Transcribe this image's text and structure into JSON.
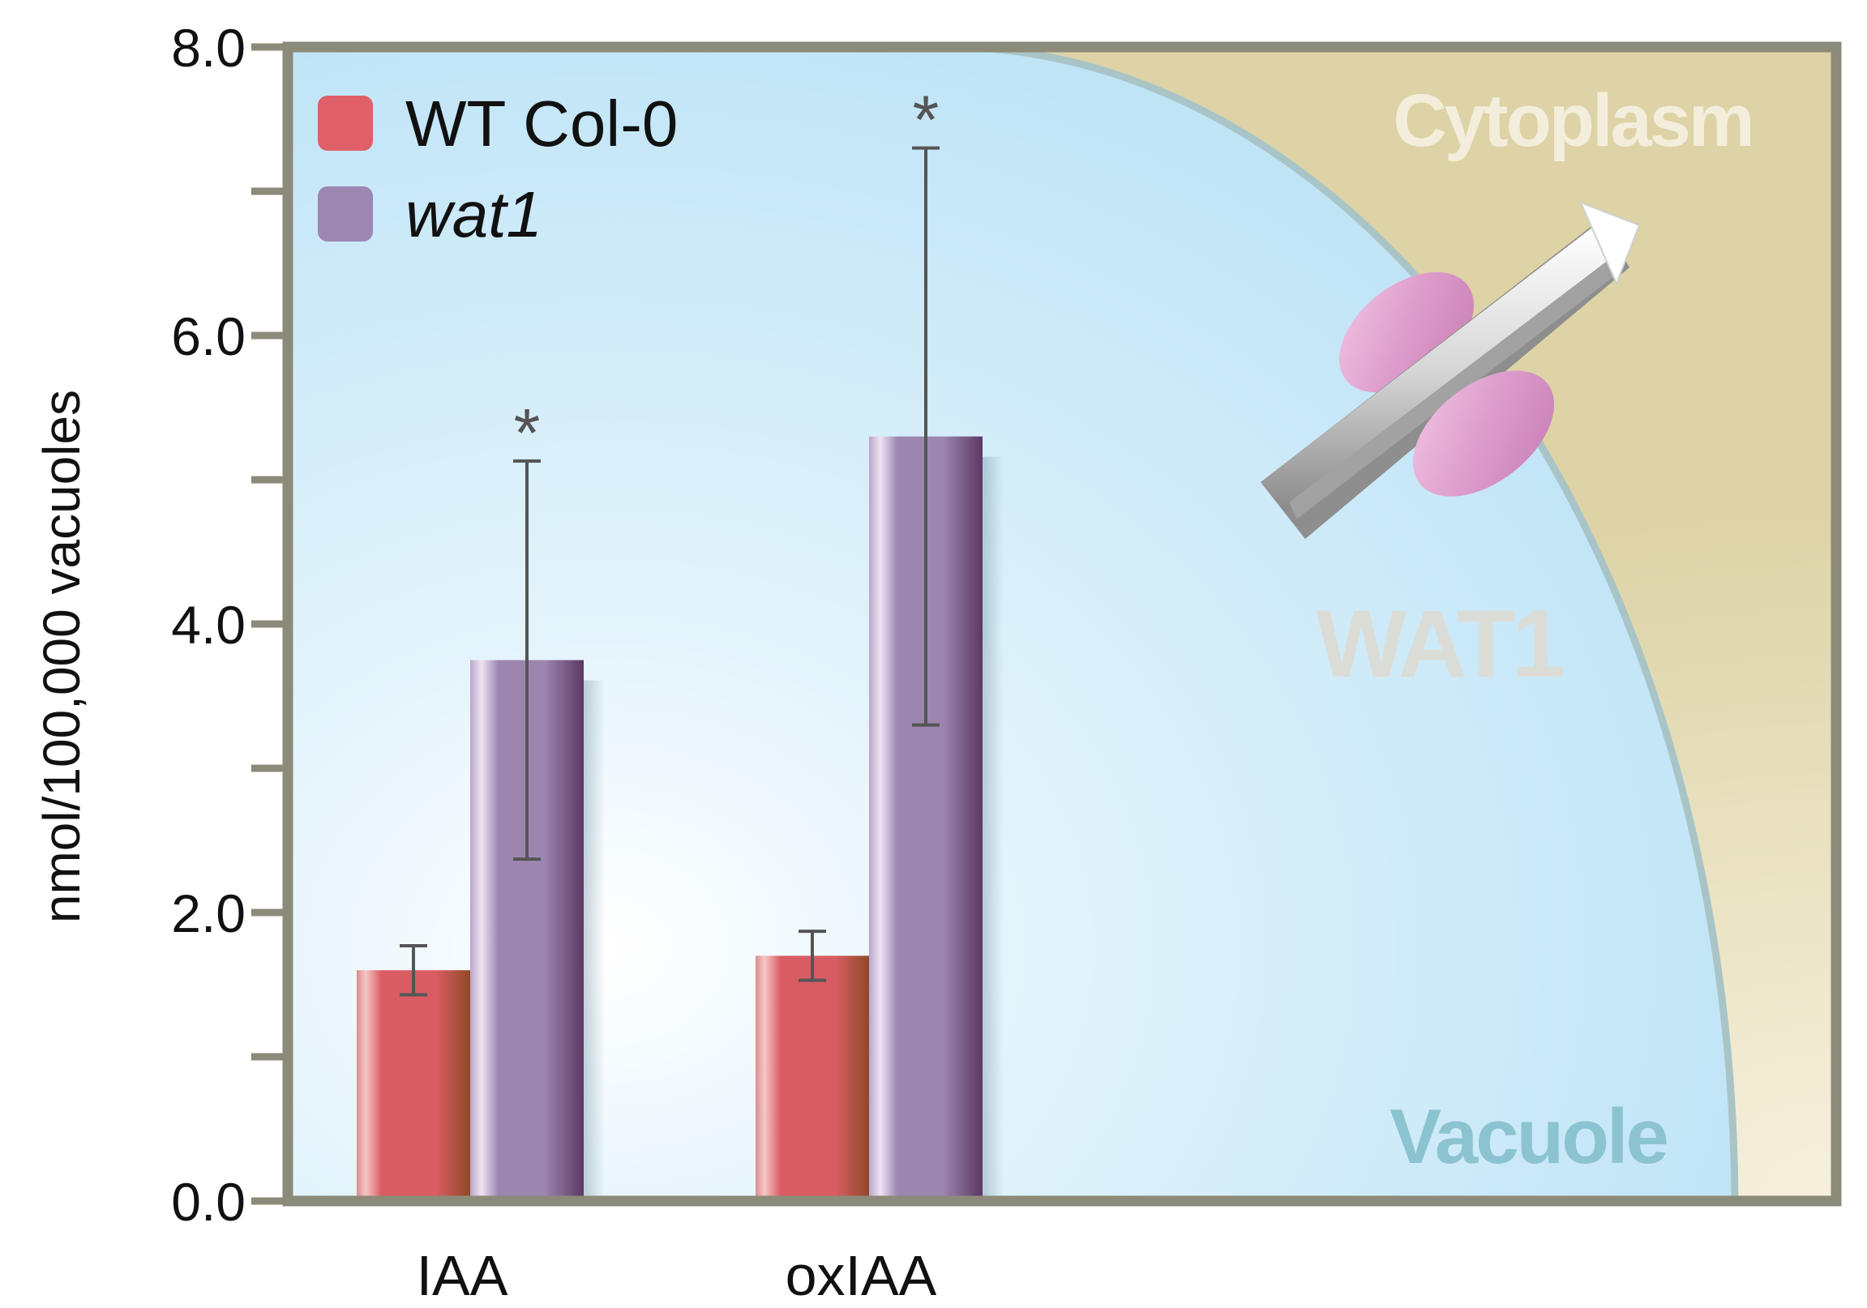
{
  "chart_data": {
    "type": "bar",
    "title": "",
    "xlabel": "",
    "ylabel": "nmol/100,000 vacuoles",
    "ylim": [
      0,
      8
    ],
    "y_tick_labels": [
      "0.0",
      "2.0",
      "4.0",
      "6.0",
      "8.0"
    ],
    "y_minor_ticks": [
      1,
      3,
      5,
      7
    ],
    "categories": [
      "IAA",
      "oxIAA"
    ],
    "series": [
      {
        "name": "WT Col-0",
        "color": "#d95c63",
        "values": [
          1.6,
          1.7
        ],
        "errors": [
          0.17,
          0.17
        ]
      },
      {
        "name": "wat1",
        "color": "#9c86b0",
        "values": [
          3.75,
          5.3
        ],
        "errors": [
          1.38,
          2.0
        ]
      }
    ],
    "significance": [
      {
        "category": "IAA",
        "series": "wat1",
        "label": "*"
      },
      {
        "category": "oxIAA",
        "series": "wat1",
        "label": "*"
      }
    ],
    "legend_position": "top-left",
    "grid": false,
    "annotations": [
      "Cytoplasm",
      "WAT1",
      "Vacuole"
    ],
    "colors": {
      "vacuole": "#c4e6f6",
      "cytoplasm": "#ddd3a6",
      "membrane": "#a9c4c7",
      "frame": "#8c8a78",
      "transporter": "#dd9ccb"
    }
  }
}
